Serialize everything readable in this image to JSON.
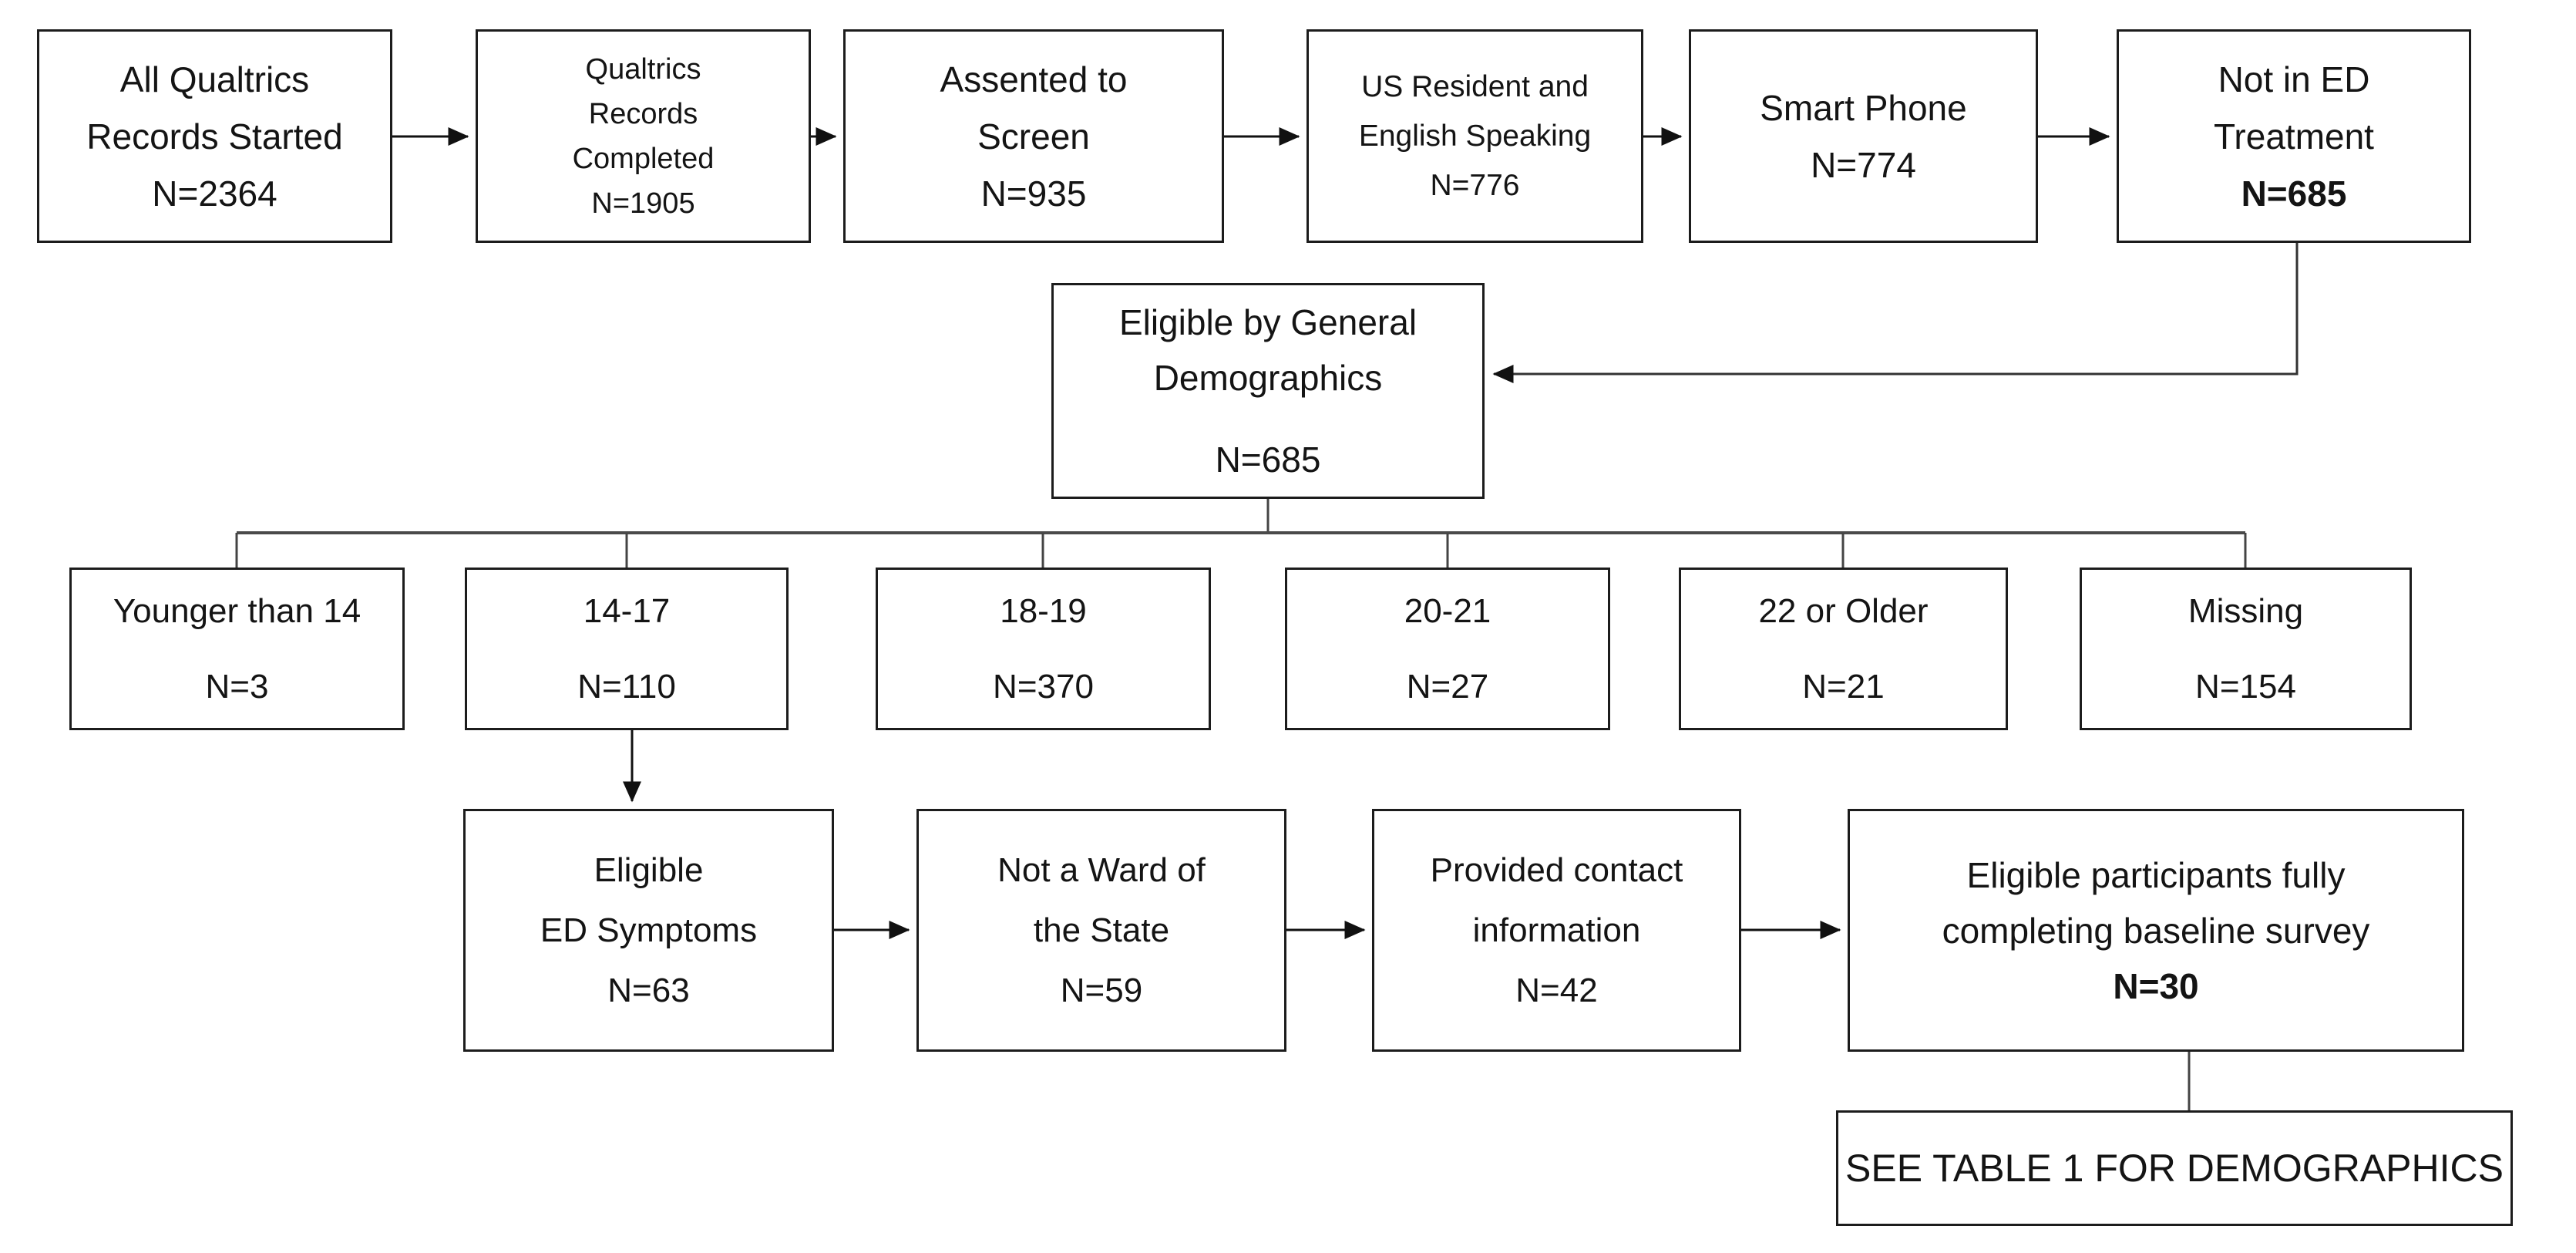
{
  "boxes": {
    "b1": {
      "line1": "All Qualtrics",
      "line2": "Records Started",
      "n": "N=2364"
    },
    "b2": {
      "line1": "Qualtrics",
      "line2": "Records",
      "line3": "Completed",
      "n": "N=1905"
    },
    "b3": {
      "line1": "Assented to",
      "line2": "Screen",
      "n": "N=935"
    },
    "b4": {
      "line1": "US Resident and",
      "line2": "English Speaking",
      "n": "N=776"
    },
    "b5": {
      "line1": "Smart Phone",
      "n": "N=774"
    },
    "b6": {
      "line1": "Not in ED",
      "line2": "Treatment",
      "n": "N=685"
    },
    "mid": {
      "line1": "Eligible by General",
      "line2": "Demographics",
      "n": "N=685"
    },
    "a1": {
      "line1": "Younger than 14",
      "n": "N=3"
    },
    "a2": {
      "line1": "14-17",
      "n": "N=110"
    },
    "a3": {
      "line1": "18-19",
      "n": "N=370"
    },
    "a4": {
      "line1": "20-21",
      "n": "N=27"
    },
    "a5": {
      "line1": "22 or Older",
      "n": "N=21"
    },
    "a6": {
      "line1": "Missing",
      "n": "N=154"
    },
    "c1": {
      "line1": "Eligible",
      "line2": "ED Symptoms",
      "n": "N=63"
    },
    "c2": {
      "line1": "Not a Ward of",
      "line2": "the State",
      "n": "N=59"
    },
    "c3": {
      "line1": "Provided contact",
      "line2": "information",
      "n": "N=42"
    },
    "c4": {
      "line1": "Eligible participants fully",
      "line2": "completing baseline survey",
      "n": "N=30"
    },
    "note": {
      "line1": "SEE TABLE 1 FOR DEMOGRAPHICS"
    }
  },
  "colors": {
    "line": "#444444",
    "arrow": "#111111",
    "border": "#1c1c1c"
  }
}
